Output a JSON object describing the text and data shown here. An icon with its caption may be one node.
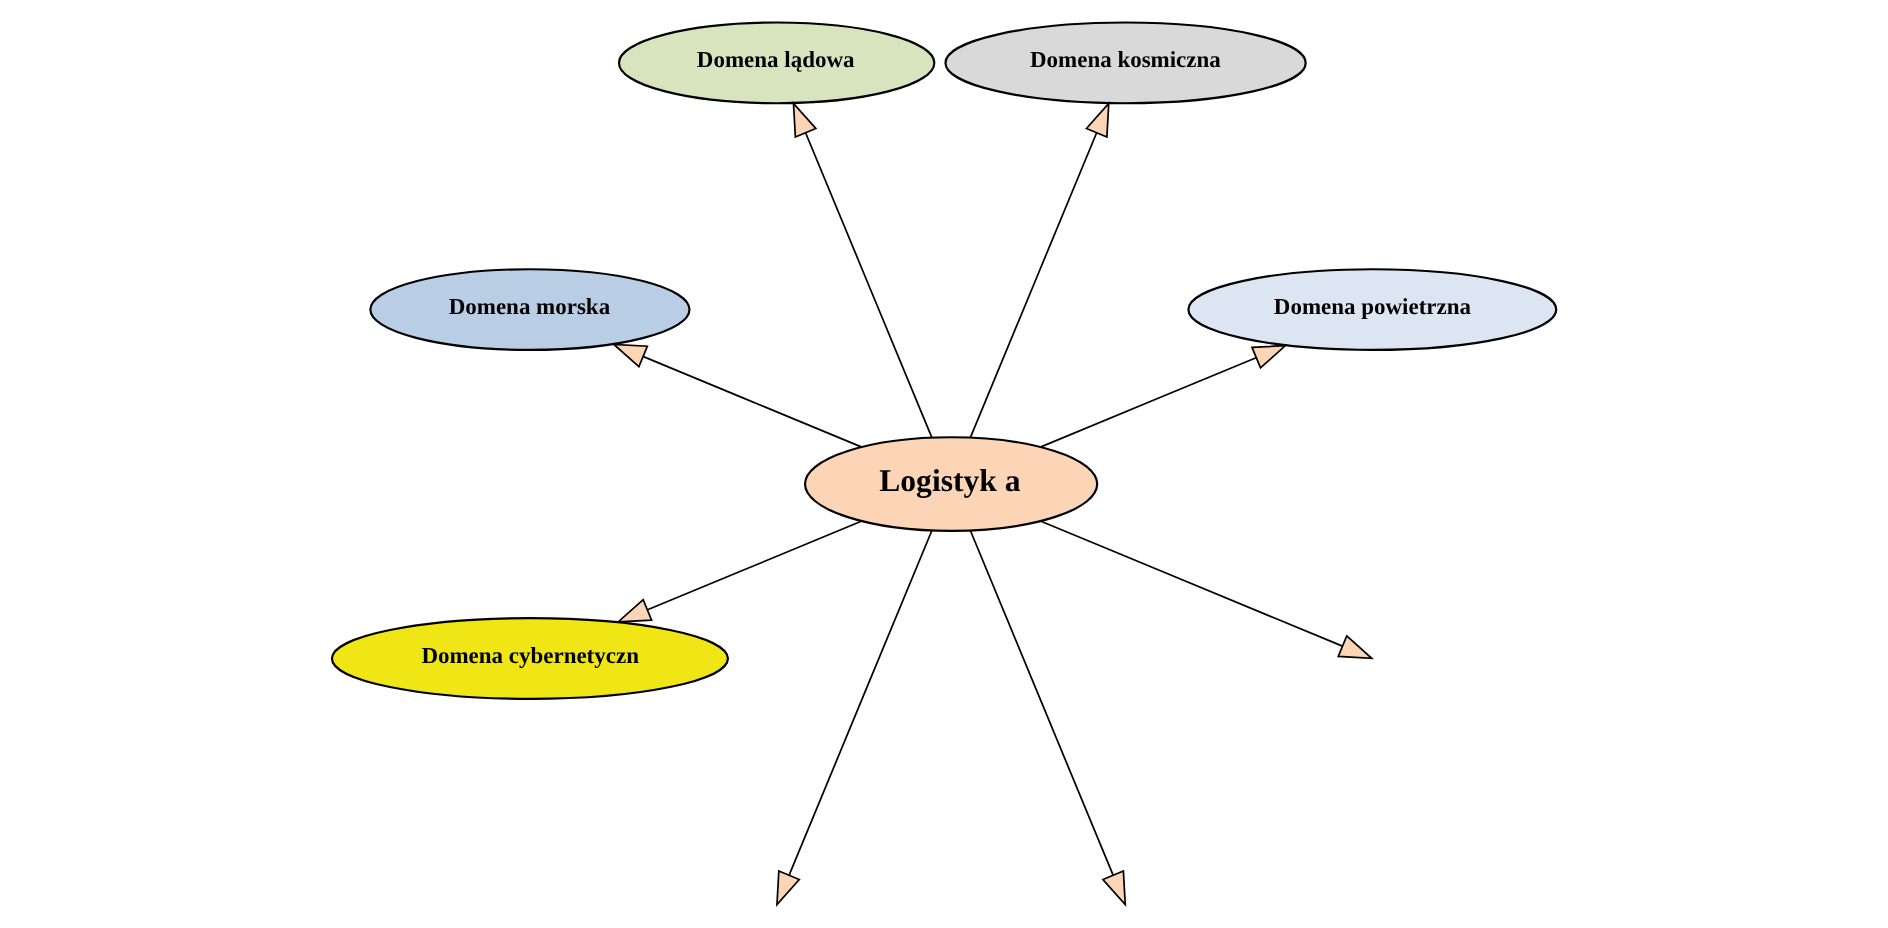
{
  "diagram": {
    "nodes": [
      {
        "text": [
          "Domena powietrzna"
        ]
      },
      {
        "text": [
          "Domena kosmiczna"
        ]
      },
      {
        "text": [
          "Logistyk a"
        ]
      },
      {
        "text": [
          "Domena lądowa"
        ]
      },
      {
        "text": [
          "Domena morska"
        ]
      },
      {
        "text": [
          "Domena cybernetyczn"
        ]
      }
    ],
    "edges": [
      {
        "from": 2,
        "to": null,
        "arrow": "to"
      },
      {
        "from": 2,
        "to": 0,
        "arrow": "to"
      },
      {
        "from": 2,
        "to": 1,
        "arrow": "to"
      },
      {
        "from": 2,
        "to": 3,
        "arrow": "to"
      },
      {
        "from": 2,
        "to": 4,
        "arrow": "to"
      },
      {
        "from": 2,
        "to": null,
        "arrow": "to"
      },
      {
        "from": 2,
        "to": null,
        "arrow": "to"
      },
      {
        "from": 2,
        "to": 5,
        "arrow": "to"
      }
    ]
  }
}
